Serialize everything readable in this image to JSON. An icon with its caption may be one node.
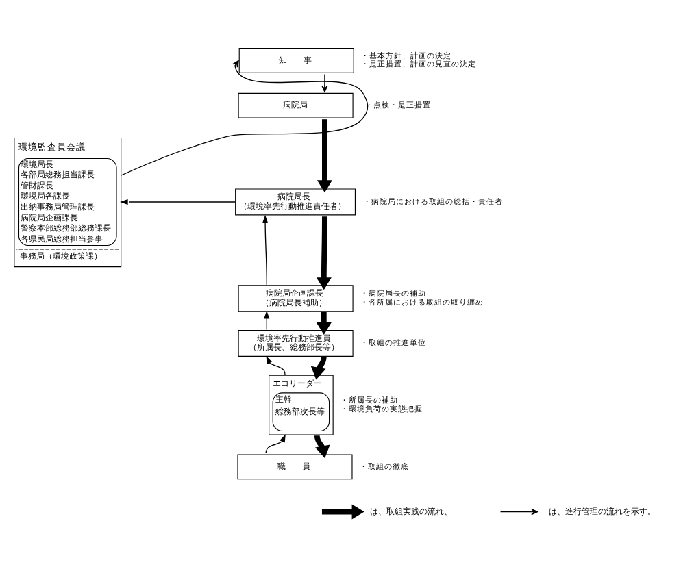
{
  "diagram": {
    "nodes": [
      {
        "text": [
          "知　　事"
        ],
        "beside": [
          "・基本方針、計画の決定",
          "・是正措置、計画の見直の決定"
        ]
      },
      {
        "text": [
          "病院局"
        ]
      },
      {
        "text": [
          "病院局長",
          "（環境率先行動推進責任者）"
        ],
        "beside": [
          "・病院局における取組の総括・責任者"
        ]
      },
      {
        "text": [
          "病院局企画課長",
          "（病院局長補助）"
        ],
        "beside": [
          "・病院局長の補助",
          "・各所属における取組の取り纏め"
        ]
      },
      {
        "text": [
          "環境率先行動推進員",
          "（所属長、総務部長等）"
        ],
        "beside": [
          "・取組の推進単位"
        ]
      },
      {
        "text": [
          "エコリーダー",
          "主幹",
          "総務部次長等"
        ],
        "beside": [
          "・所属長の補助",
          "・環境負荷の実態把握"
        ]
      },
      {
        "text": [
          "職　　員"
        ],
        "beside": [
          "・取組の徹底"
        ]
      },
      {
        "text": [
          "環境監査員会議",
          "環境局長",
          "各部局総務担当課長",
          "管財課長",
          "環境局各課長",
          "出納事務局管理課長",
          "病院局企画課長",
          "警察本部総務部総務課長",
          "各県民局総務担当参事",
          "事務局（環境政策課）"
        ]
      }
    ],
    "edges": [
      {
        "from": 7,
        "to": 0,
        "arrow": "to",
        "label": "・点検・是正措置"
      },
      {
        "from": 0,
        "to": 1,
        "arrow": "to"
      },
      {
        "from": 1,
        "to": 2,
        "arrow": "to",
        "style": "thick"
      },
      {
        "from": 2,
        "to": 7,
        "arrow": "to"
      },
      {
        "from": 2,
        "to": 3,
        "arrow": "to",
        "style": "thick"
      },
      {
        "from": 3,
        "to": 2,
        "arrow": "to"
      },
      {
        "from": 3,
        "to": 4,
        "arrow": "to",
        "style": "thick"
      },
      {
        "from": 4,
        "to": 3,
        "arrow": "to"
      },
      {
        "from": 4,
        "to": 5,
        "arrow": "to",
        "style": "thick"
      },
      {
        "from": 5,
        "to": 4,
        "arrow": "to"
      },
      {
        "from": 5,
        "to": 6,
        "arrow": "to",
        "style": "thick"
      },
      {
        "from": 6,
        "to": 5,
        "arrow": "to"
      }
    ],
    "legend": [
      {
        "text": "は、取組実践の流れ、"
      },
      {
        "text": "は、進行管理の流れを示す。"
      }
    ]
  }
}
